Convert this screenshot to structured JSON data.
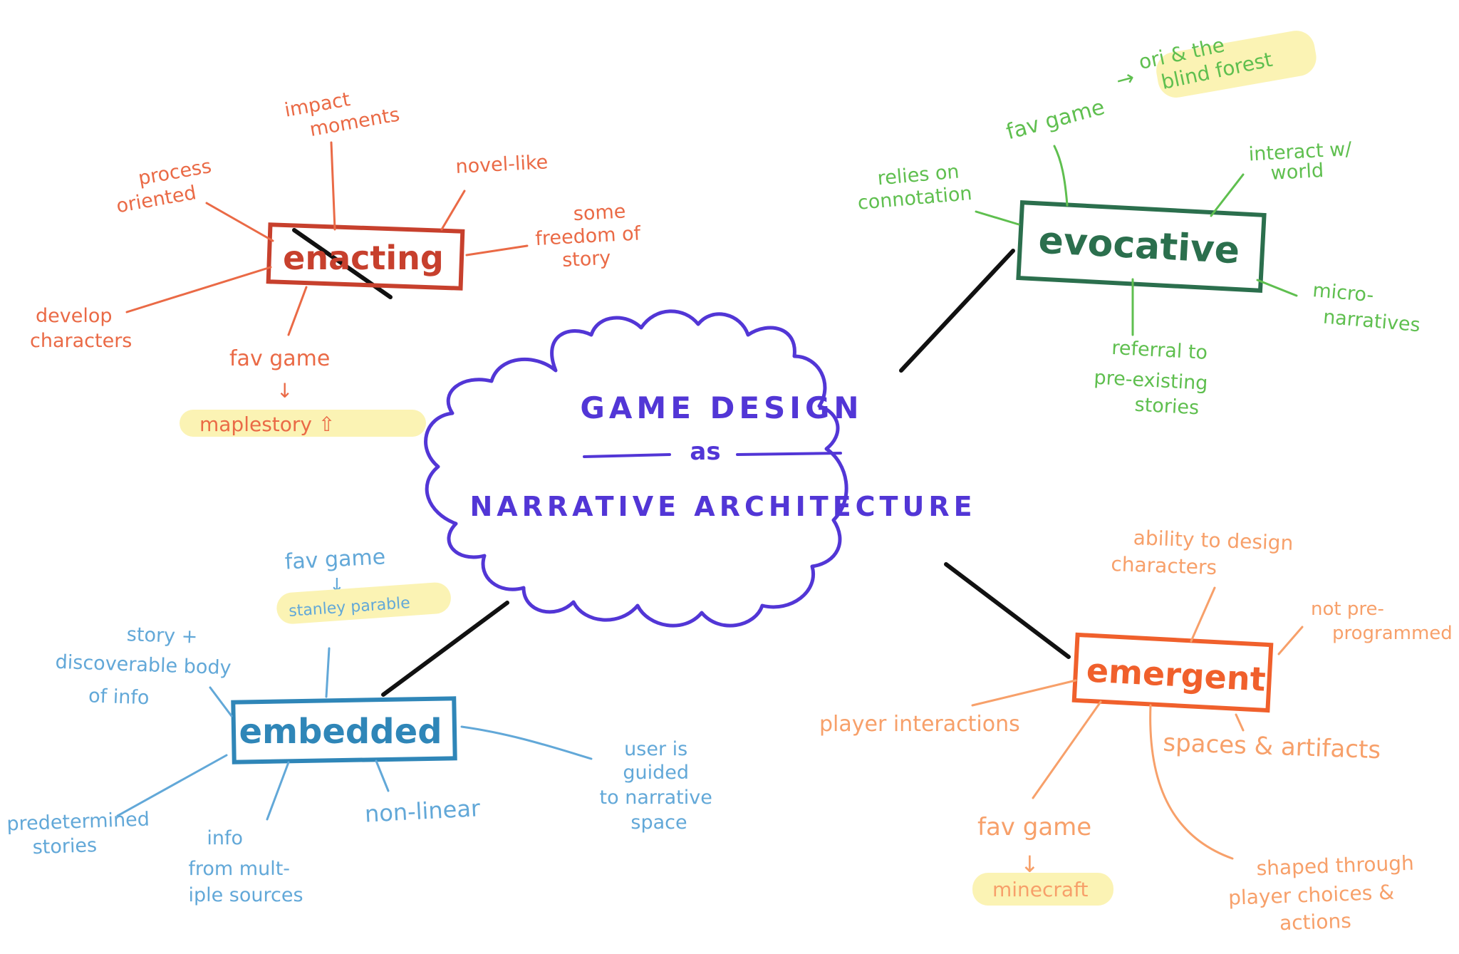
{
  "center": {
    "line1": "GAME DESIGN",
    "line2": "as",
    "line3": "NARRATIVE ARCHITECTURE",
    "color": "#5236d6"
  },
  "nodes": {
    "enacting": {
      "label": "enacting",
      "color": "#c7402d",
      "leaf_color": "#ea6a46",
      "leaves": {
        "process": [
          "process",
          "oriented"
        ],
        "impact": [
          "impact",
          "moments"
        ],
        "novel": [
          "novel-like"
        ],
        "freedom": [
          "some",
          "freedom of",
          "story"
        ],
        "develop": [
          "develop",
          "characters"
        ],
        "fav": [
          "fav game"
        ],
        "arrow": "↓",
        "game": "maplestory ⇧"
      }
    },
    "evocative": {
      "label": "evocative",
      "color": "#2b6f4d",
      "leaf_color": "#5fbf4f",
      "leaves": {
        "fav": [
          "fav game"
        ],
        "fav_arrow": "→",
        "game": [
          "ori & the",
          "blind forest"
        ],
        "relies": [
          "relies on",
          "connotation"
        ],
        "interact": [
          "interact w/",
          "world"
        ],
        "micro": [
          "micro-",
          "narratives"
        ],
        "referral": [
          "referral to",
          "pre-existing",
          "stories"
        ]
      }
    },
    "embedded": {
      "label": "embedded",
      "color": "#2f86b8",
      "leaf_color": "#62a8d8",
      "leaves": {
        "fav": [
          "fav game"
        ],
        "arrow": "↓",
        "game": "stanley parable",
        "story": [
          "story +",
          "discoverable body",
          "of info"
        ],
        "user": [
          "user is",
          "guided",
          "to narrative",
          "space"
        ],
        "nonlinear": [
          "non-linear"
        ],
        "predetermined": [
          "predetermined",
          "stories"
        ],
        "info": [
          "info",
          "from mult-",
          "iple sources"
        ]
      }
    },
    "emergent": {
      "label": "emergent",
      "color": "#f0602c",
      "leaf_color": "#f7a06a",
      "leaves": {
        "ability": [
          "ability to design",
          "characters"
        ],
        "notpre": [
          "not pre-",
          "programmed"
        ],
        "player": [
          "player interactions"
        ],
        "spaces": [
          "spaces & artifacts"
        ],
        "fav": [
          "fav game"
        ],
        "arrow": "↓",
        "game": "minecraft",
        "shaped": [
          "shaped through",
          "player choices &",
          "actions"
        ]
      }
    }
  },
  "colors": {
    "connector": "#111111",
    "highlight": "#fbf3b4"
  }
}
